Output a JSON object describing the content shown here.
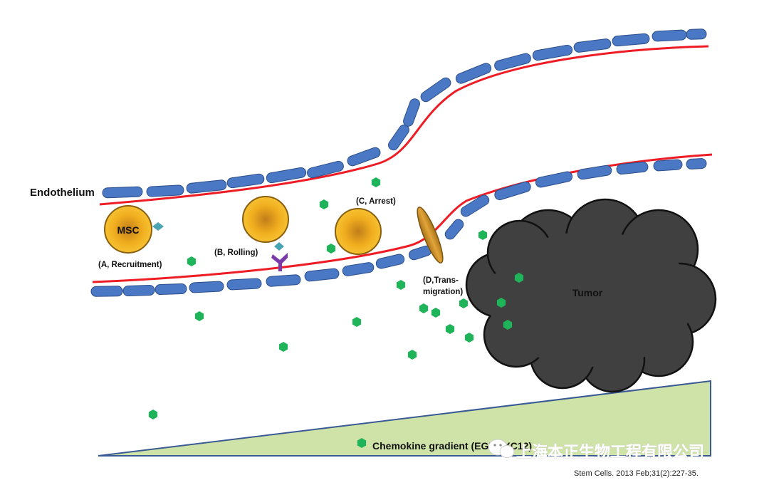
{
  "labels": {
    "endothelium": "Endothelium",
    "msc": "MSC",
    "step_a": "(A, Recruitment)",
    "step_b": "(B, Rolling)",
    "step_c": "(C, Arrest)",
    "step_d_1": "(D,Trans-",
    "step_d_2": "migration)",
    "tumor": "Tumor",
    "gradient": "Chemokine gradient (EGF,CXC12) "
  },
  "watermark": {
    "text": "上海本正生物工程有限公司",
    "icon": "wechat-icon"
  },
  "citation": "Stem Cells. 2013 Feb;31(2):227-35.",
  "colors": {
    "endothelial_cell": "#4a78c4",
    "vessel_wall": "#ee1c24",
    "msc_fill": "#f2b319",
    "chemokine": "#1fb45a",
    "tumor": "#404040",
    "gradient_fill": "#cfe3a8",
    "gradient_stroke": "#3a5a94",
    "ligand": "#4aa3b3",
    "receptor": "#7a3aa8"
  }
}
